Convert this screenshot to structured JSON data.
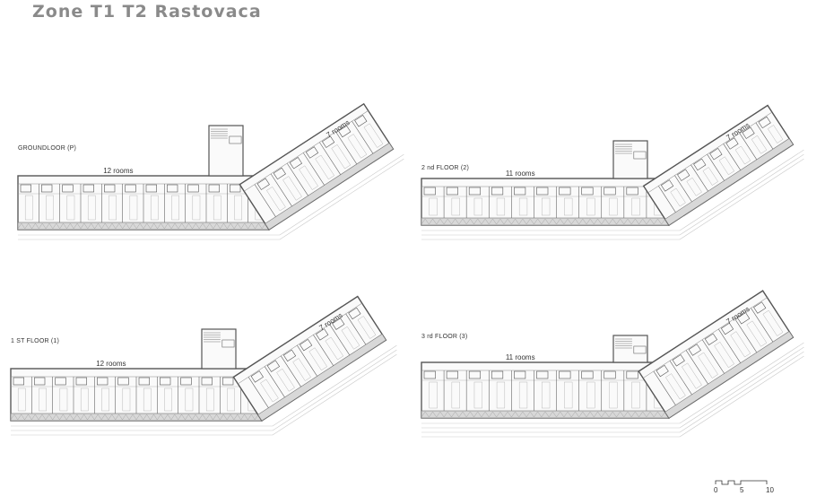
{
  "title": "Zone T1 T2 Rastovaca",
  "floors": [
    {
      "label": "GROUNDLOOR (P)",
      "straight_rooms": "12 rooms",
      "diagonal_rooms": "7 rooms"
    },
    {
      "label": "2 nd FLOOR (2)",
      "straight_rooms": "11 rooms",
      "diagonal_rooms": "7 rooms"
    },
    {
      "label": "1 ST FLOOR (1)",
      "straight_rooms": "12 rooms",
      "diagonal_rooms": "7 rooms"
    },
    {
      "label": "3 rd FLOOR (3)",
      "straight_rooms": "11 rooms",
      "diagonal_rooms": "7 rooms"
    }
  ],
  "scale": {
    "ticks": [
      "0",
      "5",
      "10"
    ]
  }
}
